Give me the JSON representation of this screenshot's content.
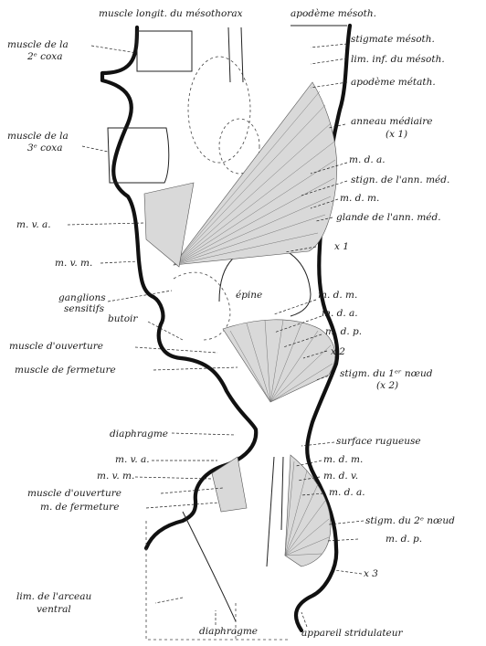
{
  "labels": {
    "muscle_longit": "muscle longit. du mésothorax",
    "apodeme_mesoth": "apodème mésoth.",
    "muscle_2e_coxa_1": "muscle de la",
    "muscle_2e_coxa_2": "2ᵉ coxa",
    "stigmate_mesoth": "stigmate mésoth.",
    "lim_inf_mesoth": "lim. inf. du mésoth.",
    "apodeme_metath": "apodème métath.",
    "muscle_3e_coxa_1": "muscle de la",
    "muscle_3e_coxa_2": "3ᵉ coxa",
    "anneau_mediaire_1": "anneau médiaire",
    "anneau_mediaire_2": "(x 1)",
    "m_d_a_1": "m. d. a.",
    "stign_ann_med": "stign. de l'ann. méd.",
    "m_d_m_1": "m. d. m.",
    "glande_ann_med": "glande de l'ann. méd.",
    "m_v_a_1": "m. v. a.",
    "x1": "x 1",
    "m_v_m_1": "m. v. m.",
    "ganglions_1": "ganglions",
    "ganglions_2": "sensitifs",
    "epine": "épine",
    "m_d_m_2": "m. d. m.",
    "m_d_a_2": "m. d. a.",
    "butoir": "butoir",
    "m_d_p_1": "m. d. p.",
    "muscle_ouverture_1": "muscle d'ouverture",
    "x2": "x 2",
    "muscle_fermeture_1": "muscle de fermeture",
    "stigm_1er_noeud_1": "stigm. du 1ᵉʳ nœud",
    "stigm_1er_noeud_2": "(x 2)",
    "diaphragme_1": "diaphragme",
    "surface_rugueuse": "surface rugueuse",
    "m_v_a_2": "m. v. a.",
    "m_d_m_3": "m. d. m.",
    "m_v_m_2": "m. v. m.",
    "m_d_v": "m. d. v.",
    "muscle_ouverture_2": "muscle d'ouverture",
    "m_d_a_3": "m. d. a.",
    "m_de_fermeture_2": "m. de fermeture",
    "stigm_2e_noeud": "stigm. du 2ᵉ nœud",
    "m_d_p_2": "m. d. p.",
    "x3": "x 3",
    "lim_arceau_1": "lim. de l'arceau",
    "lim_arceau_2": "ventral",
    "diaphragme_2": "diaphragme",
    "appareil_stridulateur": "appareil stridulateur"
  }
}
